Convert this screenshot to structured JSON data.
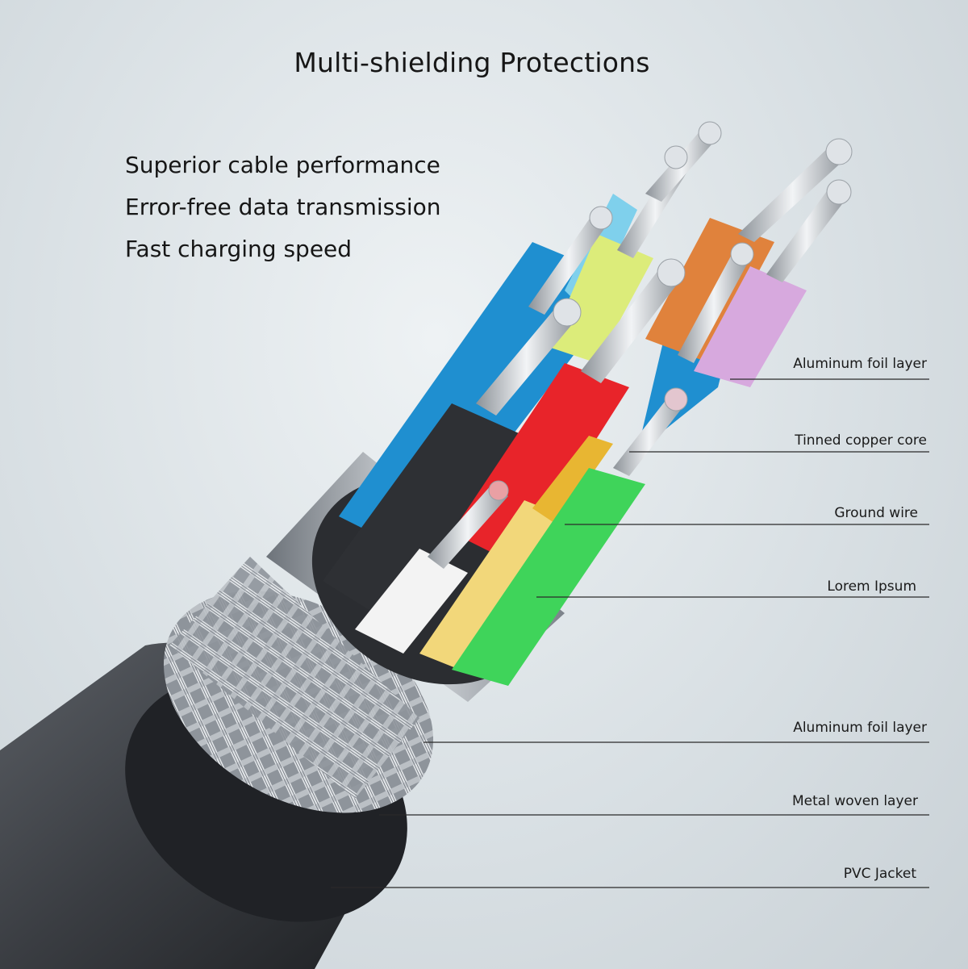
{
  "title": "Multi-shielding Protections",
  "features": [
    "Superior cable performance",
    "Error-free data transmission",
    "Fast charging speed"
  ],
  "callouts": [
    "Aluminum foil layer",
    "Tinned copper core",
    "Ground wire",
    "Lorem Ipsum",
    "Aluminum foil layer",
    "Metal woven layer",
    "PVC Jacket"
  ],
  "colors": {
    "jacket": "#3a3d42",
    "braid": "#b9bec4",
    "foil": "#9ea4ab",
    "wire_blue": "#1f8fd0",
    "wire_lightblue": "#7fd0ec",
    "wire_yellow": "#dcec7a",
    "wire_orange": "#e0823c",
    "wire_purple": "#d7a9de",
    "wire_black": "#2e3034",
    "wire_red": "#e8242a",
    "wire_white": "#f3f3f3",
    "wire_green": "#3fd45a",
    "ground_wire": "#e8b632",
    "copper_strand": "#c9ced3"
  }
}
